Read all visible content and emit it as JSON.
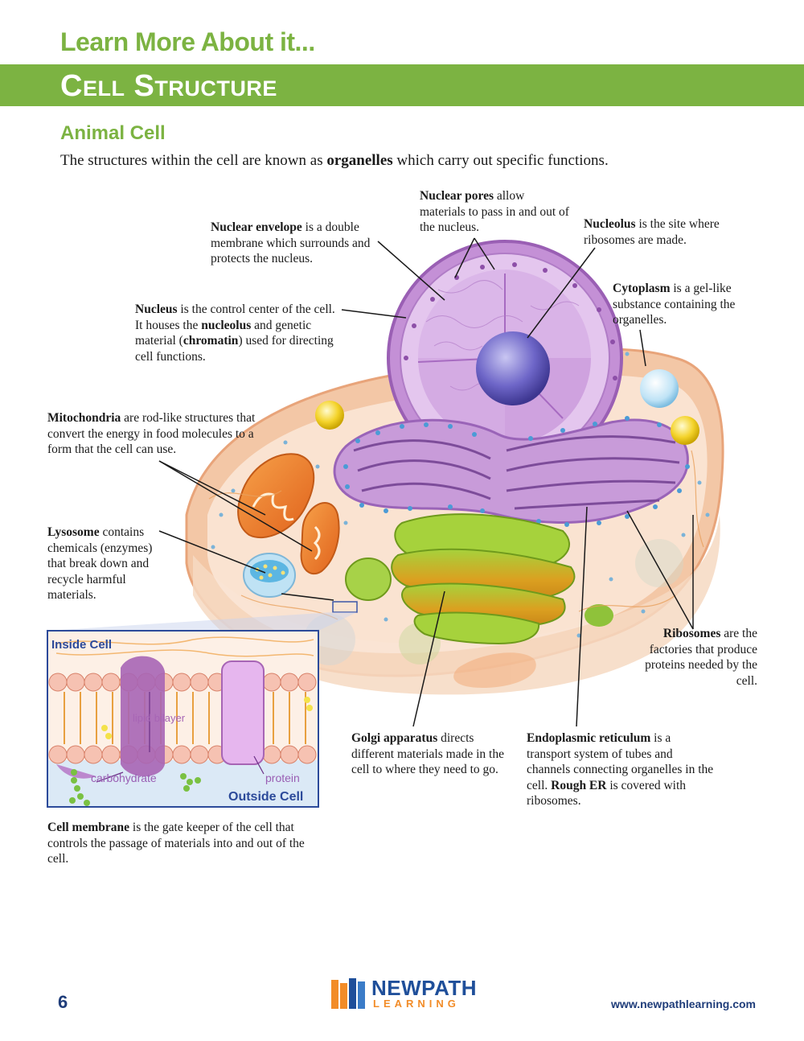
{
  "header": {
    "kicker": "Learn More About it...",
    "title": "Cell Structure"
  },
  "section": {
    "title": "Animal Cell",
    "intro_pre": "The structures within the cell are known as ",
    "intro_bold": "organelles",
    "intro_post": " which carry out specific functions."
  },
  "labels": {
    "nuclear_pores": {
      "term": "Nuclear pores",
      "rest": " allow materials to pass in and out of the nucleus."
    },
    "nuclear_envelope": {
      "term": "Nuclear envelope",
      "rest": " is a double membrane which surrounds and protects the nucleus."
    },
    "nucleolus": {
      "term": "Nucleolus",
      "rest": " is the site where ribosomes are made."
    },
    "cytoplasm": {
      "term": "Cytoplasm",
      "rest": " is a gel-like substance containing the organelles."
    },
    "nucleus": {
      "term": "Nucleus",
      "rest1": " is the control center of the cell. It houses the ",
      "bold2": "nucleolus",
      "rest2": " and genetic material (",
      "bold3": "chromatin",
      "rest3": ") used for directing cell functions."
    },
    "mitochondria": {
      "term": "Mitochondria",
      "rest": " are rod-like structures that convert the energy in food molecules to a form that the cell can use."
    },
    "lysosome": {
      "term": "Lysosome",
      "rest": " contains chemicals (enzymes) that break down and recycle harmful materials."
    },
    "ribosomes": {
      "term": "Ribosomes",
      "rest": " are the factories that produce proteins needed by the cell."
    },
    "golgi": {
      "term": "Golgi apparatus",
      "rest": " directs different materials made in the cell to where they need to go."
    },
    "er": {
      "term": "Endoplasmic reticulum",
      "rest1": " is a transport system of tubes and channels connecting organelles in the cell. ",
      "bold2": "Rough ER",
      "rest2": " is covered with ribosomes."
    },
    "cell_membrane": {
      "term": "Cell membrane",
      "rest": " is the gate keeper of the cell that controls the passage of materials into and out of the cell."
    }
  },
  "inset": {
    "inside": "Inside Cell",
    "outside": "Outside Cell",
    "lipid": "lipid bilayer",
    "carb": "carbohydrate",
    "protein": "protein"
  },
  "footer": {
    "page": "6",
    "logo_top": "NEWPATH",
    "logo_bottom": "LEARNING",
    "url": "www.newpathlearning.com"
  },
  "colors": {
    "accent_green": "#7cb342",
    "nucleus_purple": "#b07cc6",
    "cell_peach": "#f8dcc4",
    "footer_blue": "#1f3d7a"
  }
}
